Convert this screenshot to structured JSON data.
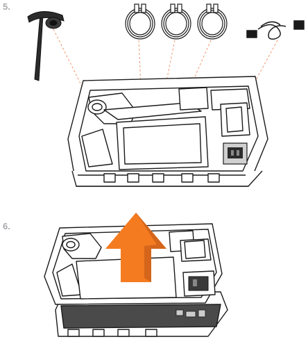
{
  "steps": [
    {
      "number": "5."
    },
    {
      "number": "6."
    }
  ],
  "items": {
    "stand_base": "stand-base",
    "cables": [
      "cable-1",
      "cable-2",
      "cable-3"
    ],
    "power_cord": "power-cord"
  },
  "colors": {
    "leader_line": "#f0956a",
    "arrow": "#f47b20",
    "outline": "#1a1a1a",
    "step_number": "#a7a9ac",
    "foam": "#ffffff",
    "dark_panel": "#4a4a4a"
  },
  "icons": [
    "stand-base-icon",
    "cable-coil-icon",
    "power-cord-icon",
    "up-arrow-icon"
  ]
}
